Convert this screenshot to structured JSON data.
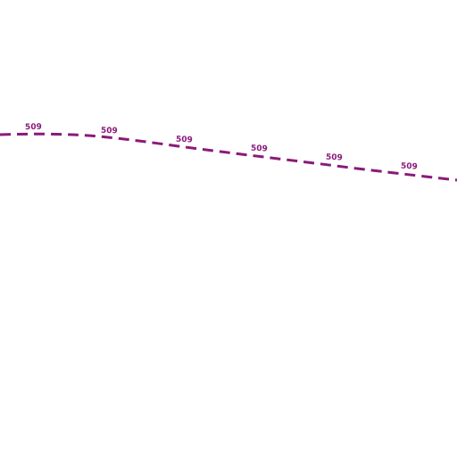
{
  "map": {
    "background": "#ffffff",
    "route": {
      "kind": "dashed-route-line",
      "ref": "509",
      "color": "#8a1a7a",
      "labels": [
        "509",
        "509",
        "509",
        "509",
        "509",
        "509"
      ]
    }
  }
}
